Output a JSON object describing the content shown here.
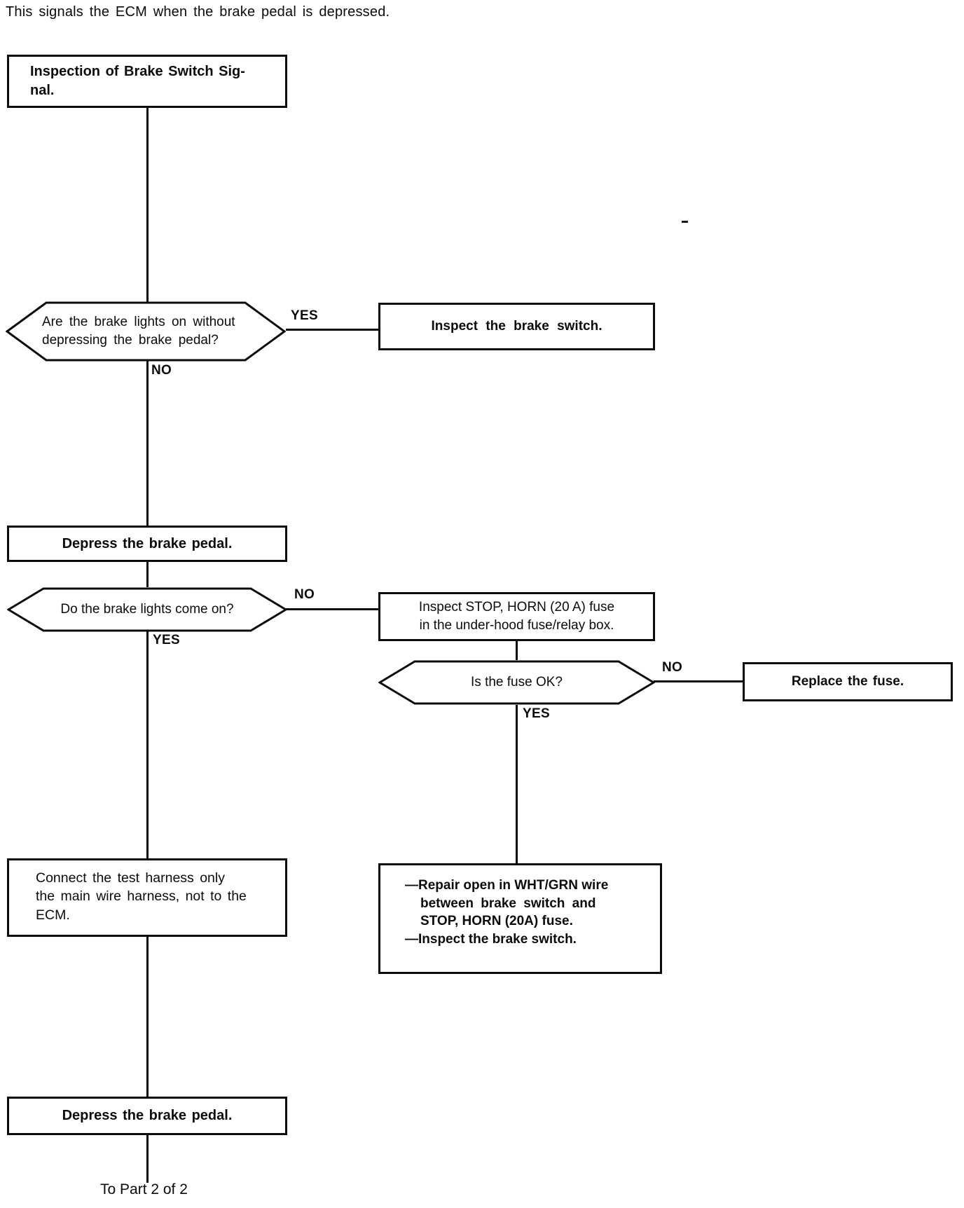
{
  "page": {
    "intro": "This signals the ECM when the brake pedal is depressed.",
    "footer": "To Part 2 of 2"
  },
  "nodes": {
    "start": {
      "text": "Inspection of Brake Switch Sig-\nnal."
    },
    "q1": {
      "text": "Are the brake lights on without\ndepressing the brake pedal?",
      "yes": "YES",
      "no": "NO"
    },
    "inspect_switch": {
      "text": "Inspect the brake switch."
    },
    "depress1": {
      "text": "Depress the brake pedal."
    },
    "q2": {
      "text": "Do the brake lights come on?",
      "no": "NO",
      "yes": "YES"
    },
    "inspect_fuse": {
      "text": "Inspect STOP, HORN (20 A) fuse\nin the under-hood fuse/relay box."
    },
    "q3": {
      "text": "Is the fuse OK?",
      "no": "NO",
      "yes": "YES"
    },
    "replace_fuse": {
      "text": "Replace the fuse."
    },
    "repair": {
      "lines": [
        "—Repair open in WHT/GRN wire",
        "between brake switch and",
        "STOP, HORN (20A) fuse.",
        "—Inspect the brake switch."
      ]
    },
    "connect": {
      "text": "Connect the test harness only\nthe main wire harness, not to the\nECM."
    },
    "depress2": {
      "text": "Depress the brake pedal."
    }
  }
}
